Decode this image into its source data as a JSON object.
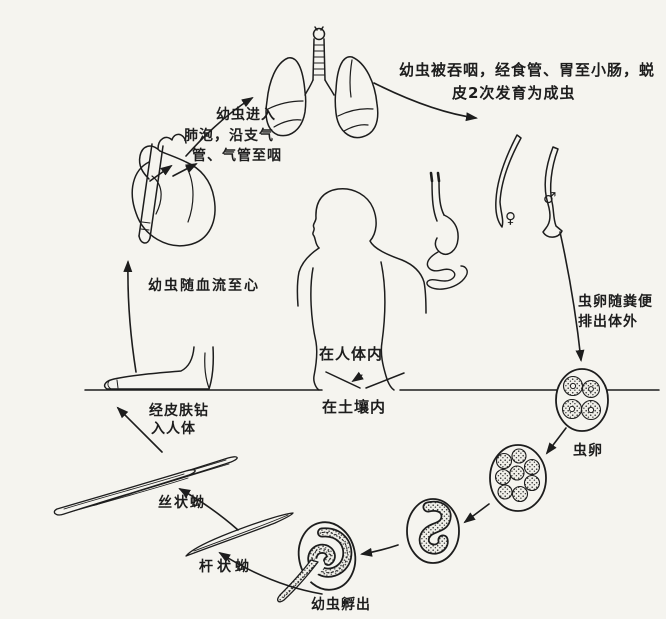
{
  "page": {
    "background_color": "#f5f4ef",
    "ink_color": "#1d1d1d"
  },
  "labels": {
    "swallowed_line1": "幼虫被吞咽，经食管、胃至小肠，蜕",
    "swallowed_line2": "皮2次发育为成虫",
    "enter_lungs_line1": "幼虫进入",
    "enter_lungs_line2": "肺泡，沿支气",
    "enter_lungs_line3": "管、气管至咽",
    "blood_to_heart": "幼虫随血流至心",
    "in_human_body": "在人体内",
    "in_soil": "在土壤内",
    "skin_line1": "经皮肤钻",
    "skin_line2": "入人体",
    "filariform": "丝状蚴",
    "rhabditiform": "杆状蚴",
    "hatch": "幼虫孵出",
    "eggs_out_line1": "虫卵随粪便",
    "eggs_out_line2": "排出体外",
    "egg": "虫卵",
    "female_symbol": "♀",
    "male_symbol": "♂"
  },
  "icons": {
    "lungs": "lungs-illustration",
    "heart": "heart-illustration",
    "stomach": "stomach-intestine-illustration",
    "human": "human-torso-illustration",
    "foot": "foot-illustration",
    "adult_worms": "adult-worms-illustration",
    "eggs": "egg-stages-illustration",
    "larvae": "larva-illustrations"
  }
}
